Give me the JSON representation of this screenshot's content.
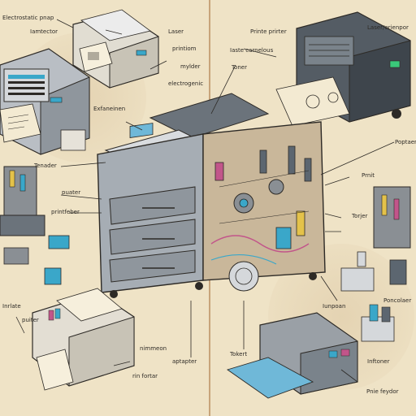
{
  "colors": {
    "paper": "#efe3c6",
    "ink": "#2d2a26",
    "machine_gray": "#9aa0a6",
    "machine_dark": "#5c6670",
    "screen_blue": "#6fb8d8",
    "cyan_accent": "#3aa7c9",
    "magenta_accent": "#c2558a",
    "yellow_accent": "#e4c24a",
    "divider": "#c8a47a"
  },
  "labels": {
    "top_left_1": "Electrostatic pnap",
    "top_left_2": "Iamtector",
    "top_mid_1": "Laser",
    "top_mid_2": "printiom",
    "top_mid_3": "mylder",
    "top_mid_4": "electrogenic",
    "top_right_1": "Printe prirter",
    "top_right_2": "Laser/erienpor",
    "mid_right_1": "Iaste carnelous",
    "mid_right_2": "Toner",
    "left_1": "Exfaneinen",
    "left_2": "Tenader",
    "left_3": "puater",
    "left_4": "printfeber",
    "right_1": "Poptaer",
    "right_2": "Prnit",
    "right_3": "Torjer",
    "bottom_left_1": "Inrlate",
    "bottom_left_2": "puiter",
    "bottom_mid_1": "nimmeon",
    "bottom_mid_2": "rin fortar",
    "bottom_mid_3": "aptapter",
    "bottom_right_1": "Iunpoan",
    "bottom_right_2": "Tokert",
    "bottom_right_3": "Poncolaer",
    "bottom_right_4": "Inftoner",
    "bottom_right_5": "Pnie feydor"
  }
}
